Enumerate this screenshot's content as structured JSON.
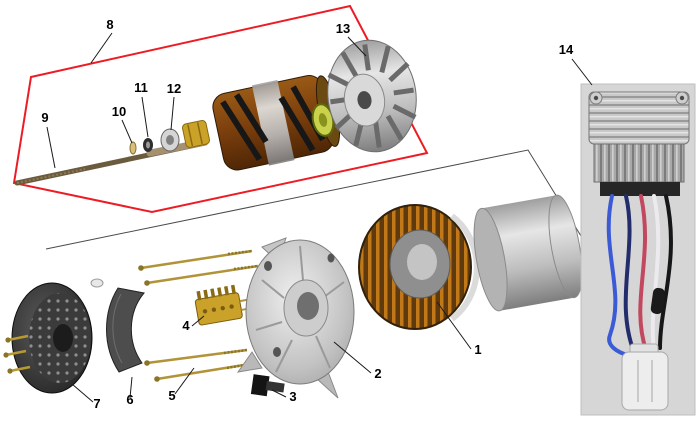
{
  "figure": {
    "kind": "alternator-exploded-parts-diagram",
    "background_color": "#ffffff"
  },
  "callouts": [
    {
      "label": "1"
    },
    {
      "label": "2"
    },
    {
      "label": "3"
    },
    {
      "label": "4"
    },
    {
      "label": "5"
    },
    {
      "label": "6"
    },
    {
      "label": "7"
    },
    {
      "label": "8"
    },
    {
      "label": "9"
    },
    {
      "label": "10"
    },
    {
      "label": "11"
    },
    {
      "label": "12"
    },
    {
      "label": "13"
    },
    {
      "label": "14"
    }
  ],
  "colors": {
    "highlight_outline": "#ed1c24",
    "leader_line": "#1a1a1a",
    "label_text": "#000000",
    "photo_background": "#d6d6d6",
    "wire_blue": "#3b5bd6",
    "wire_navy": "#232d6b",
    "wire_red": "#c2485f",
    "wire_white": "#eceaee",
    "wire_black": "#17171a"
  }
}
